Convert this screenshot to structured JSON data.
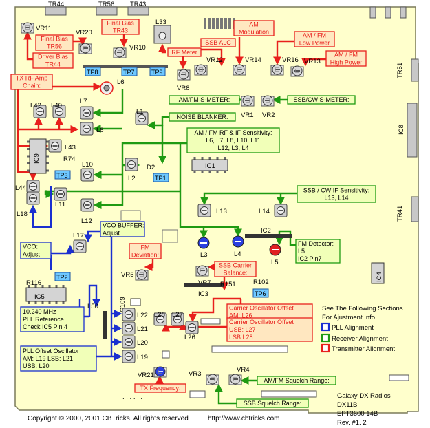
{
  "colors": {
    "board": "#ffffcc",
    "board_edge": "#7a7a5a",
    "red": "#e8201c",
    "green": "#1f9a12",
    "blue": "#1a2fd0",
    "red_box_bg": "#ffe7c0",
    "green_box_bg": "#f1ffb8",
    "blue_box_bg": "#f1ffb8",
    "label_bg": "#ffffff",
    "comp_gray": "#c8c8c8",
    "tp_bg": "#6ec8ff"
  },
  "board_title": {
    "line1": "Galaxy DX Radios",
    "line2": "DX11B",
    "line3": "EPT3600 14B",
    "line4": "Rev. #1. 2"
  },
  "footer": {
    "copyright": "Copyright © 2000, 2001 CBTricks. All rights reserved",
    "url": "http://www.cbtricks.com"
  },
  "legend": {
    "intro1": "See The Following Sections",
    "intro2": "For Ajustment Info",
    "items": [
      {
        "label": "PLL Alignment",
        "color": "#1a2fd0"
      },
      {
        "label": "Receiver Alignment",
        "color": "#1f9a12"
      },
      {
        "label": "Transmitter Alignment",
        "color": "#e8201c"
      }
    ]
  },
  "callouts": {
    "final_bias_tr43": [
      "Final Bias",
      "TR43"
    ],
    "final_bias_tr56": [
      "Final Bias",
      "TR56"
    ],
    "driver_bias_tr44": [
      "Driver Bias",
      "TR44"
    ],
    "rf_meter": [
      "RF Meter"
    ],
    "ssb_alc": [
      "SSB ALC"
    ],
    "am_modulation": [
      "AM",
      "Modulation"
    ],
    "am_fm_low_power": [
      "AM / FM",
      "Low Power"
    ],
    "am_fm_high_power": [
      "AM / FM",
      "High Power"
    ],
    "tx_rf_amp_chain": [
      "TX RF Amp",
      "Chain:"
    ],
    "am_fm_s_meter": [
      "AM/FM S-METER:"
    ],
    "ssb_cw_s_meter": [
      "SSB/CW S-METER:"
    ],
    "noise_blanker": [
      "NOISE BLANKER:"
    ],
    "am_fm_rf_if": [
      "AM / FM RF & IF Sensitivity:",
      "L6, L7, L8, L10, L11",
      "L12, L3, L4"
    ],
    "ssb_cw_if": [
      "SSB / CW IF Sensitivity:",
      "L13, L14"
    ],
    "vco_buffer": [
      "VCO BUFFER:",
      "Adjust"
    ],
    "vco": [
      "VCO:",
      "Adjust"
    ],
    "fm_deviation": [
      "FM",
      "Deviation:"
    ],
    "ssb_carrier_balance": [
      "SSB Carrier",
      "Balance:"
    ],
    "fm_detector": [
      "FM Detector:",
      "L5",
      "IC2 Pin7"
    ],
    "pll_ref": [
      "10.240 MHz",
      "PLL Reference",
      "Check   IC5 Pin 4"
    ],
    "carrier_osc_am": [
      "Carrier Oscillator Offset",
      "AM:          L26"
    ],
    "carrier_osc_usb": [
      "Carrier Oscillator Offset",
      "USB:         L27",
      "LSB          L28"
    ],
    "pll_offset": [
      "PLL Offset Oscillator",
      "AM:  L19   LSB:  L21",
      "USB: L20"
    ],
    "tx_frequency": [
      "TX Frequency:"
    ],
    "am_fm_squelch": [
      "AM/FM Squelch Range:"
    ],
    "ssb_squelch": [
      "SSB  Squelch Range:"
    ]
  },
  "parts": {
    "tr44": "TR44",
    "tr56": "TR56",
    "tr43": "TR43",
    "l33": "L33",
    "vr11": "VR11",
    "vr20": "VR20",
    "vr10": "VR10",
    "vr8": "VR8",
    "vr12": "VR12",
    "vr14": "VR14",
    "vr16": "VR16",
    "vr13": "VR13",
    "tp8": "TP8",
    "tp7": "TP7",
    "tp9": "TP9",
    "l6": "L6",
    "tr51": "TR51",
    "ic8": "IC8",
    "tr41": "TR41",
    "vr1": "VR1",
    "vr2": "VR2",
    "l42": "L42",
    "l40": "L40",
    "l7": "L7",
    "l8": "L8",
    "l1": "L1",
    "l43": "L43",
    "ic9": "IC9",
    "r74": "R74",
    "l10": "L10",
    "l2": "L2",
    "d2": "D2",
    "tp1": "TP1",
    "ic1": "IC1",
    "tp3": "TP3",
    "l44": "L44",
    "l11": "L11",
    "l18": "L18",
    "l12": "L12",
    "l13": "L13",
    "l14": "L14",
    "ic2": "IC2",
    "l17": "L17",
    "l3": "L3",
    "l4": "L4",
    "l5": "L5",
    "tp2": "TP2",
    "r116": "R116",
    "ic5": "IC5",
    "vr5": "VR5",
    "vr7": "VR7",
    "r151": "R151",
    "r102": "R102",
    "ic3": "IC3",
    "tp6": "TP6",
    "ic4": "IC4",
    "l50": "L50",
    "c109": "C109",
    "l22": "L22",
    "l28": "L28",
    "l27": "L27",
    "l21": "L21",
    "l26": "L26",
    "l20": "L20",
    "l19": "L19",
    "vr21": "VR21",
    "vr3": "VR3",
    "vr4": "VR4"
  }
}
